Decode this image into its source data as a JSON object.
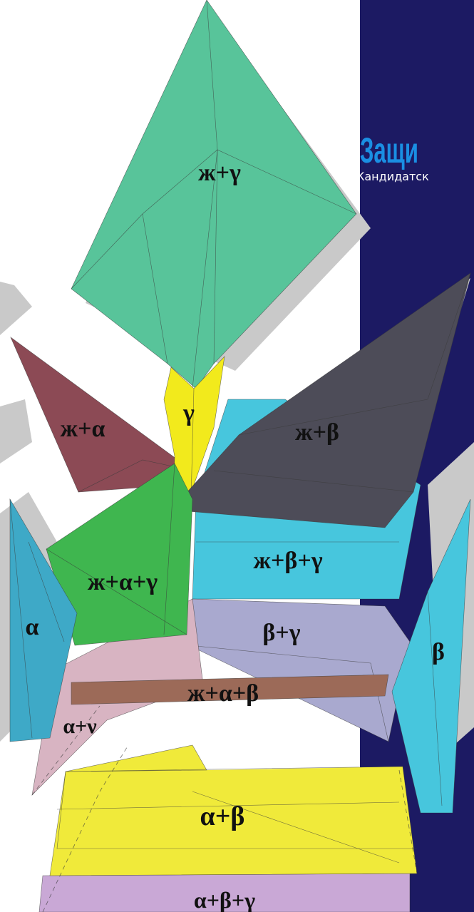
{
  "title": {
    "heading": "Защи",
    "subheading": "Кандидатск"
  },
  "phase_regions": [
    {
      "label": "ж+γ",
      "color": "#58c49a"
    },
    {
      "label": "ж+α",
      "color": "#8c4a55"
    },
    {
      "label": "γ",
      "color": "#f2ea1c"
    },
    {
      "label": "ж+β",
      "color": "#4d4c58"
    },
    {
      "label": "ж+α+γ",
      "color": "#3fb64f"
    },
    {
      "label": "ж+β+γ",
      "color": "#47c6dd"
    },
    {
      "label": "α",
      "color": "#3ea9c7"
    },
    {
      "label": "β+γ",
      "color": "#a9a9cf"
    },
    {
      "label": "β",
      "color": "#47c6dd"
    },
    {
      "label": "ж+α+β",
      "color": "#9c6a58"
    },
    {
      "label": "α+ν",
      "color": "#d8b4c2"
    },
    {
      "label": "α+β",
      "color": "#f0ea3a"
    },
    {
      "label": "α+β+γ",
      "color": "#c9a8d6"
    }
  ]
}
